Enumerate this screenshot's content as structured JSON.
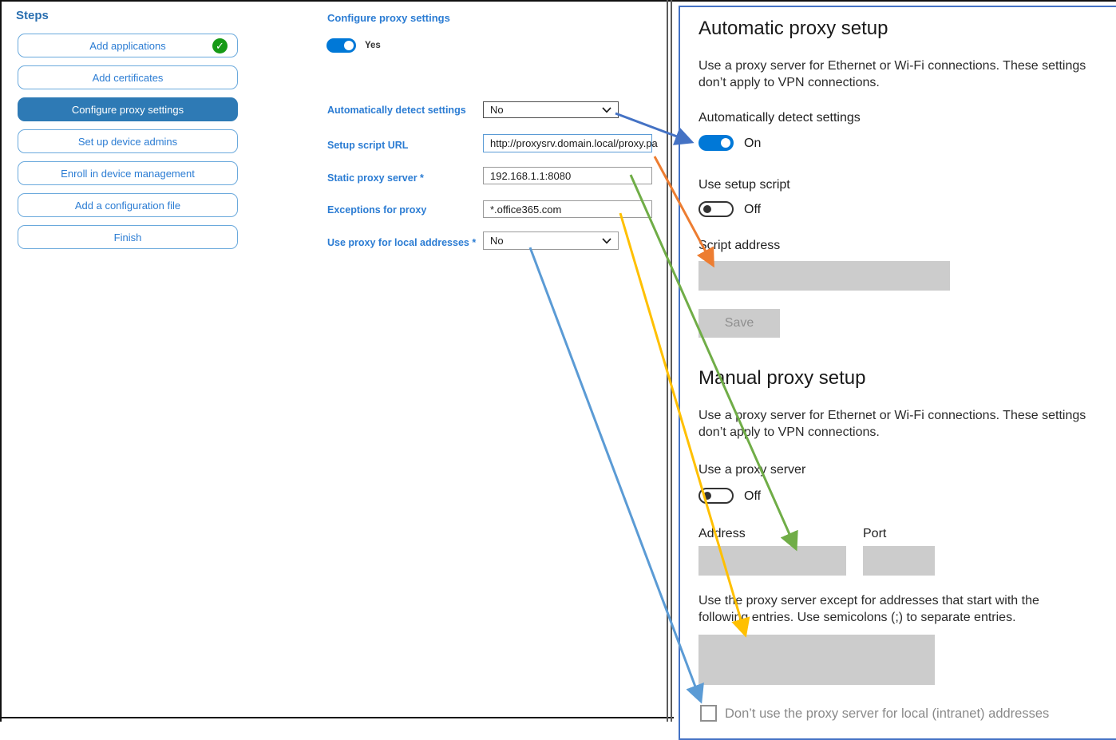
{
  "steps_panel": {
    "title": "Steps",
    "items": [
      {
        "label": "Add applications",
        "state": "completed"
      },
      {
        "label": "Add certificates",
        "state": "normal"
      },
      {
        "label": "Configure proxy settings",
        "state": "selected"
      },
      {
        "label": "Set up device admins",
        "state": "normal"
      },
      {
        "label": "Enroll in device management",
        "state": "normal"
      },
      {
        "label": "Add a configuration file",
        "state": "normal"
      },
      {
        "label": "Finish",
        "state": "normal"
      }
    ]
  },
  "config_form": {
    "title": "Configure proxy settings",
    "enabled_toggle": {
      "state": "on",
      "label": "Yes"
    },
    "fields": [
      {
        "label": "Automatically detect settings",
        "type": "dropdown",
        "value": "No"
      },
      {
        "label": "Setup script URL",
        "type": "text",
        "value": "http://proxysrv.domain.local/proxy.pa"
      },
      {
        "label": "Static proxy server *",
        "type": "text",
        "value": "192.168.1.1:8080"
      },
      {
        "label": "Exceptions for proxy",
        "type": "text",
        "value": "*.office365.com"
      },
      {
        "label": "Use proxy for local addresses *",
        "type": "dropdown",
        "value": "No"
      }
    ]
  },
  "settings_panel": {
    "automatic_section": {
      "heading": "Automatic proxy setup",
      "description": "Use a proxy server for Ethernet or Wi-Fi connections. These settings don’t apply to VPN connections.",
      "detect_toggle": {
        "label": "Automatically detect settings",
        "state": "On"
      },
      "script_toggle": {
        "label": "Use setup script",
        "state": "Off"
      },
      "script_address_label": "Script address",
      "save_button": "Save"
    },
    "manual_section": {
      "heading": "Manual proxy setup",
      "description": "Use a proxy server for Ethernet or Wi-Fi connections. These settings don’t apply to VPN connections.",
      "proxy_toggle": {
        "label": "Use a proxy server",
        "state": "Off"
      },
      "address_label": "Address",
      "port_label": "Port",
      "exceptions_description": "Use the proxy server except for addresses that start with the following entries. Use semicolons (;) to separate entries.",
      "local_addresses_checkbox": "Don’t use the proxy server for local (intranet) addresses"
    }
  },
  "colors": {
    "arrow_blue": "#4472c4",
    "arrow_orange": "#ed7d31",
    "arrow_green": "#70ad47",
    "arrow_yellow": "#ffc000",
    "arrow_light_blue": "#5b9bd5",
    "accent_toggle_blue": "#0078d7",
    "selected_step_blue": "#2e7ab5",
    "panel_border_blue": "#4472c4",
    "success_green": "#169a16",
    "disabled_gray": "#cccccc"
  }
}
